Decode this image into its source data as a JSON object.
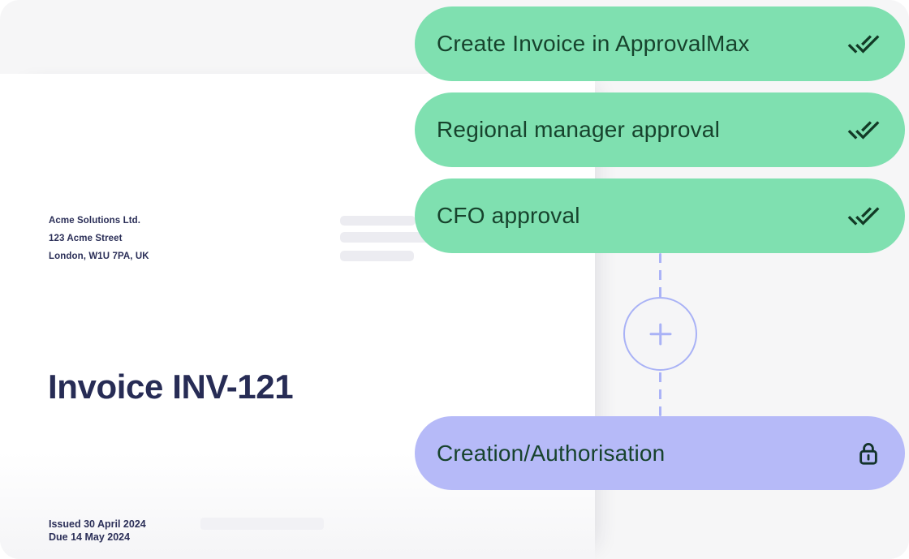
{
  "workflow": {
    "steps": [
      {
        "label": "Create Invoice in ApprovalMax",
        "status_icon": "double-check-icon",
        "status": "approved"
      },
      {
        "label": "Regional manager approval",
        "status_icon": "double-check-icon",
        "status": "approved"
      },
      {
        "label": "CFO approval",
        "status_icon": "double-check-icon",
        "status": "approved"
      }
    ],
    "connector": {
      "style": "dashed",
      "node_icon": "plus-icon"
    },
    "stage_pill": {
      "label": "Creation/Authorisation",
      "icon": "lock-icon"
    }
  },
  "invoice": {
    "company_name": "Acme Solutions Ltd.",
    "address_line_1": "123 Acme Street",
    "address_line_2": "London, W1U 7PA, UK",
    "title": "Invoice INV-121",
    "issued_label": "Issued 30 April 2024",
    "due_label": "Due 14 May 2024"
  },
  "colors": {
    "step_pill_green": "#7FE0B0",
    "stage_pill_purple": "#B6BAF8",
    "pill_text_dark_green": "#17432D",
    "invoice_navy": "#2B2F58",
    "title_navy": "#272C55",
    "connector_purple": "#A9B2F6",
    "backdrop_gray": "#F6F6F7",
    "placeholder_gray": "#ECECF1"
  }
}
